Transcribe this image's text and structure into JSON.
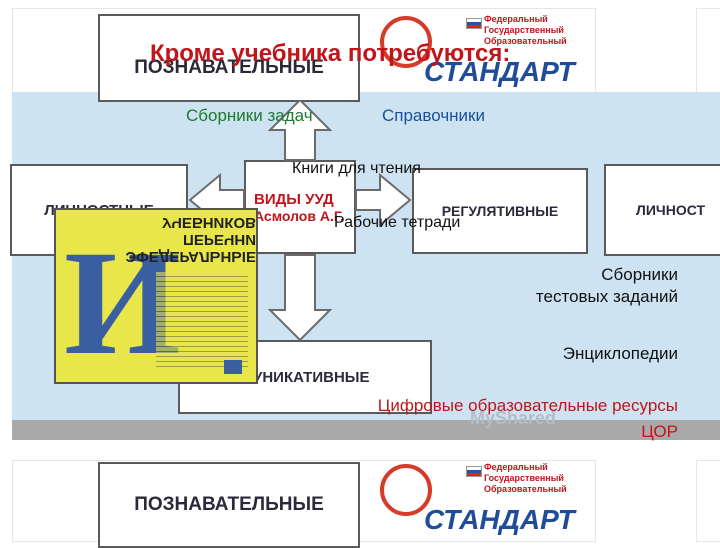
{
  "colors": {
    "title_red": "#c0151b",
    "green": "#1d7a2e",
    "blue": "#1c4f9e",
    "band": "#cde3f2",
    "brand_red": "#d63a28",
    "brand_blue": "#1f4d9a",
    "book_yellow": "#e8e64a"
  },
  "background_slide": {
    "top_box_label": "ПОЗНАВАТЕЛЬНЫЕ",
    "left_box_label": "ЛИЧНОСТНЫЕ",
    "center_title": "ВИДЫ УУД",
    "center_author": "Асмолов А.Г.",
    "right_box_label": "РЕГУЛЯТИВНЫЕ",
    "far_right_label": "ЛИЧНОСТ",
    "bottom_box_label": "МУНИКАТИВНЫЕ",
    "brand_lines": [
      "Федеральный",
      "Государственный",
      "Образовательный"
    ],
    "brand_word": "СТАНДАРТ",
    "watermark": "MyShared"
  },
  "second_slide": {
    "box_label": "ПОЗНАВАТЕЛЬНЫЕ",
    "brand_lines": [
      "Федеральный",
      "Государственный",
      "Образовательный"
    ],
    "brand_word": "СТАНДАРТ"
  },
  "overlay": {
    "title": "Кроме учебника потребуются:",
    "item_1": "Сборники задач",
    "item_2": "Справочники",
    "item_3": "Книги для чтения",
    "item_4": "Рабочие тетради",
    "item_5_line1": "Сборники",
    "item_5_line2": "тестовых заданий",
    "item_6": "Энциклопедии",
    "item_7": "Цифровые образовательные ресурсы",
    "item_8": "ЦОР"
  },
  "book": {
    "title_lines": [
      "ЭФЕДЕРАЛЬНЫЕ",
      "ПЕРЕЧНИ",
      "УЧЕБНИКОВ"
    ],
    "big_letter": "И"
  }
}
